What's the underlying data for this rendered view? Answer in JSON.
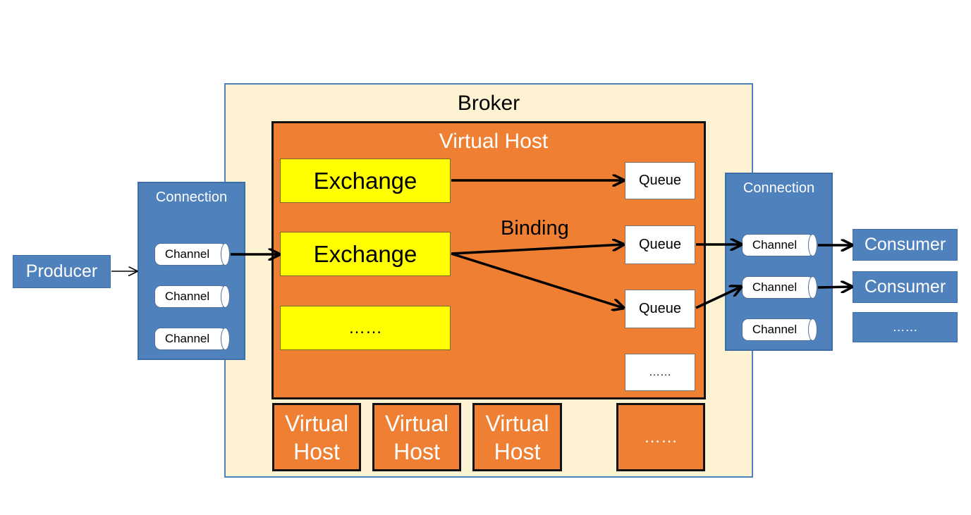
{
  "producer": {
    "label": "Producer"
  },
  "broker": {
    "title": "Broker"
  },
  "virtual_host": {
    "title": "Virtual Host",
    "exchanges": [
      "Exchange",
      "Exchange",
      "……"
    ],
    "queues": [
      "Queue",
      "Queue",
      "Queue",
      "……"
    ],
    "binding_label": "Binding"
  },
  "virtual_hosts_row": [
    {
      "line1": "Virtual",
      "line2": "Host"
    },
    {
      "line1": "Virtual",
      "line2": "Host"
    },
    {
      "line1": "Virtual",
      "line2": "Host"
    },
    {
      "line1": "……",
      "line2": ""
    }
  ],
  "left_connection": {
    "title": "Connection",
    "channels": [
      "Channel",
      "Channel",
      "Channel"
    ]
  },
  "right_connection": {
    "title": "Connection",
    "channels": [
      "Channel",
      "Channel",
      "Channel"
    ]
  },
  "consumers": [
    "Consumer",
    "Consumer",
    "……"
  ],
  "colors": {
    "broker_bg": "#fdf3d3",
    "vhost_orange": "#ee7f33",
    "exchange_yellow": "#ffff00",
    "connection_blue": "#4f81bd"
  }
}
